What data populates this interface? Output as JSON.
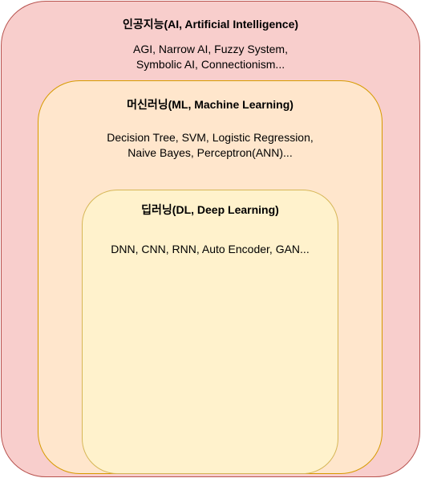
{
  "diagram": {
    "ai": {
      "title": "인공지능(AI, Artificial Intelligence)",
      "lines": [
        "AGI, Narrow AI, Fuzzy System,",
        "Symbolic AI, Connectionism..."
      ],
      "fill": "#f8cecc",
      "stroke": "#b85450"
    },
    "ml": {
      "title": "머신러닝(ML, Machine Learning)",
      "lines": [
        "Decision Tree, SVM, Logistic Regression,",
        "Naive Bayes, Perceptron(ANN)..."
      ],
      "fill": "#ffe6cc",
      "stroke": "#d79b00"
    },
    "dl": {
      "title": "딥러닝(DL, Deep Learning)",
      "lines": [
        "DNN, CNN, RNN, Auto Encoder, GAN..."
      ],
      "fill": "#fff2cc",
      "stroke": "#d6b656"
    }
  }
}
